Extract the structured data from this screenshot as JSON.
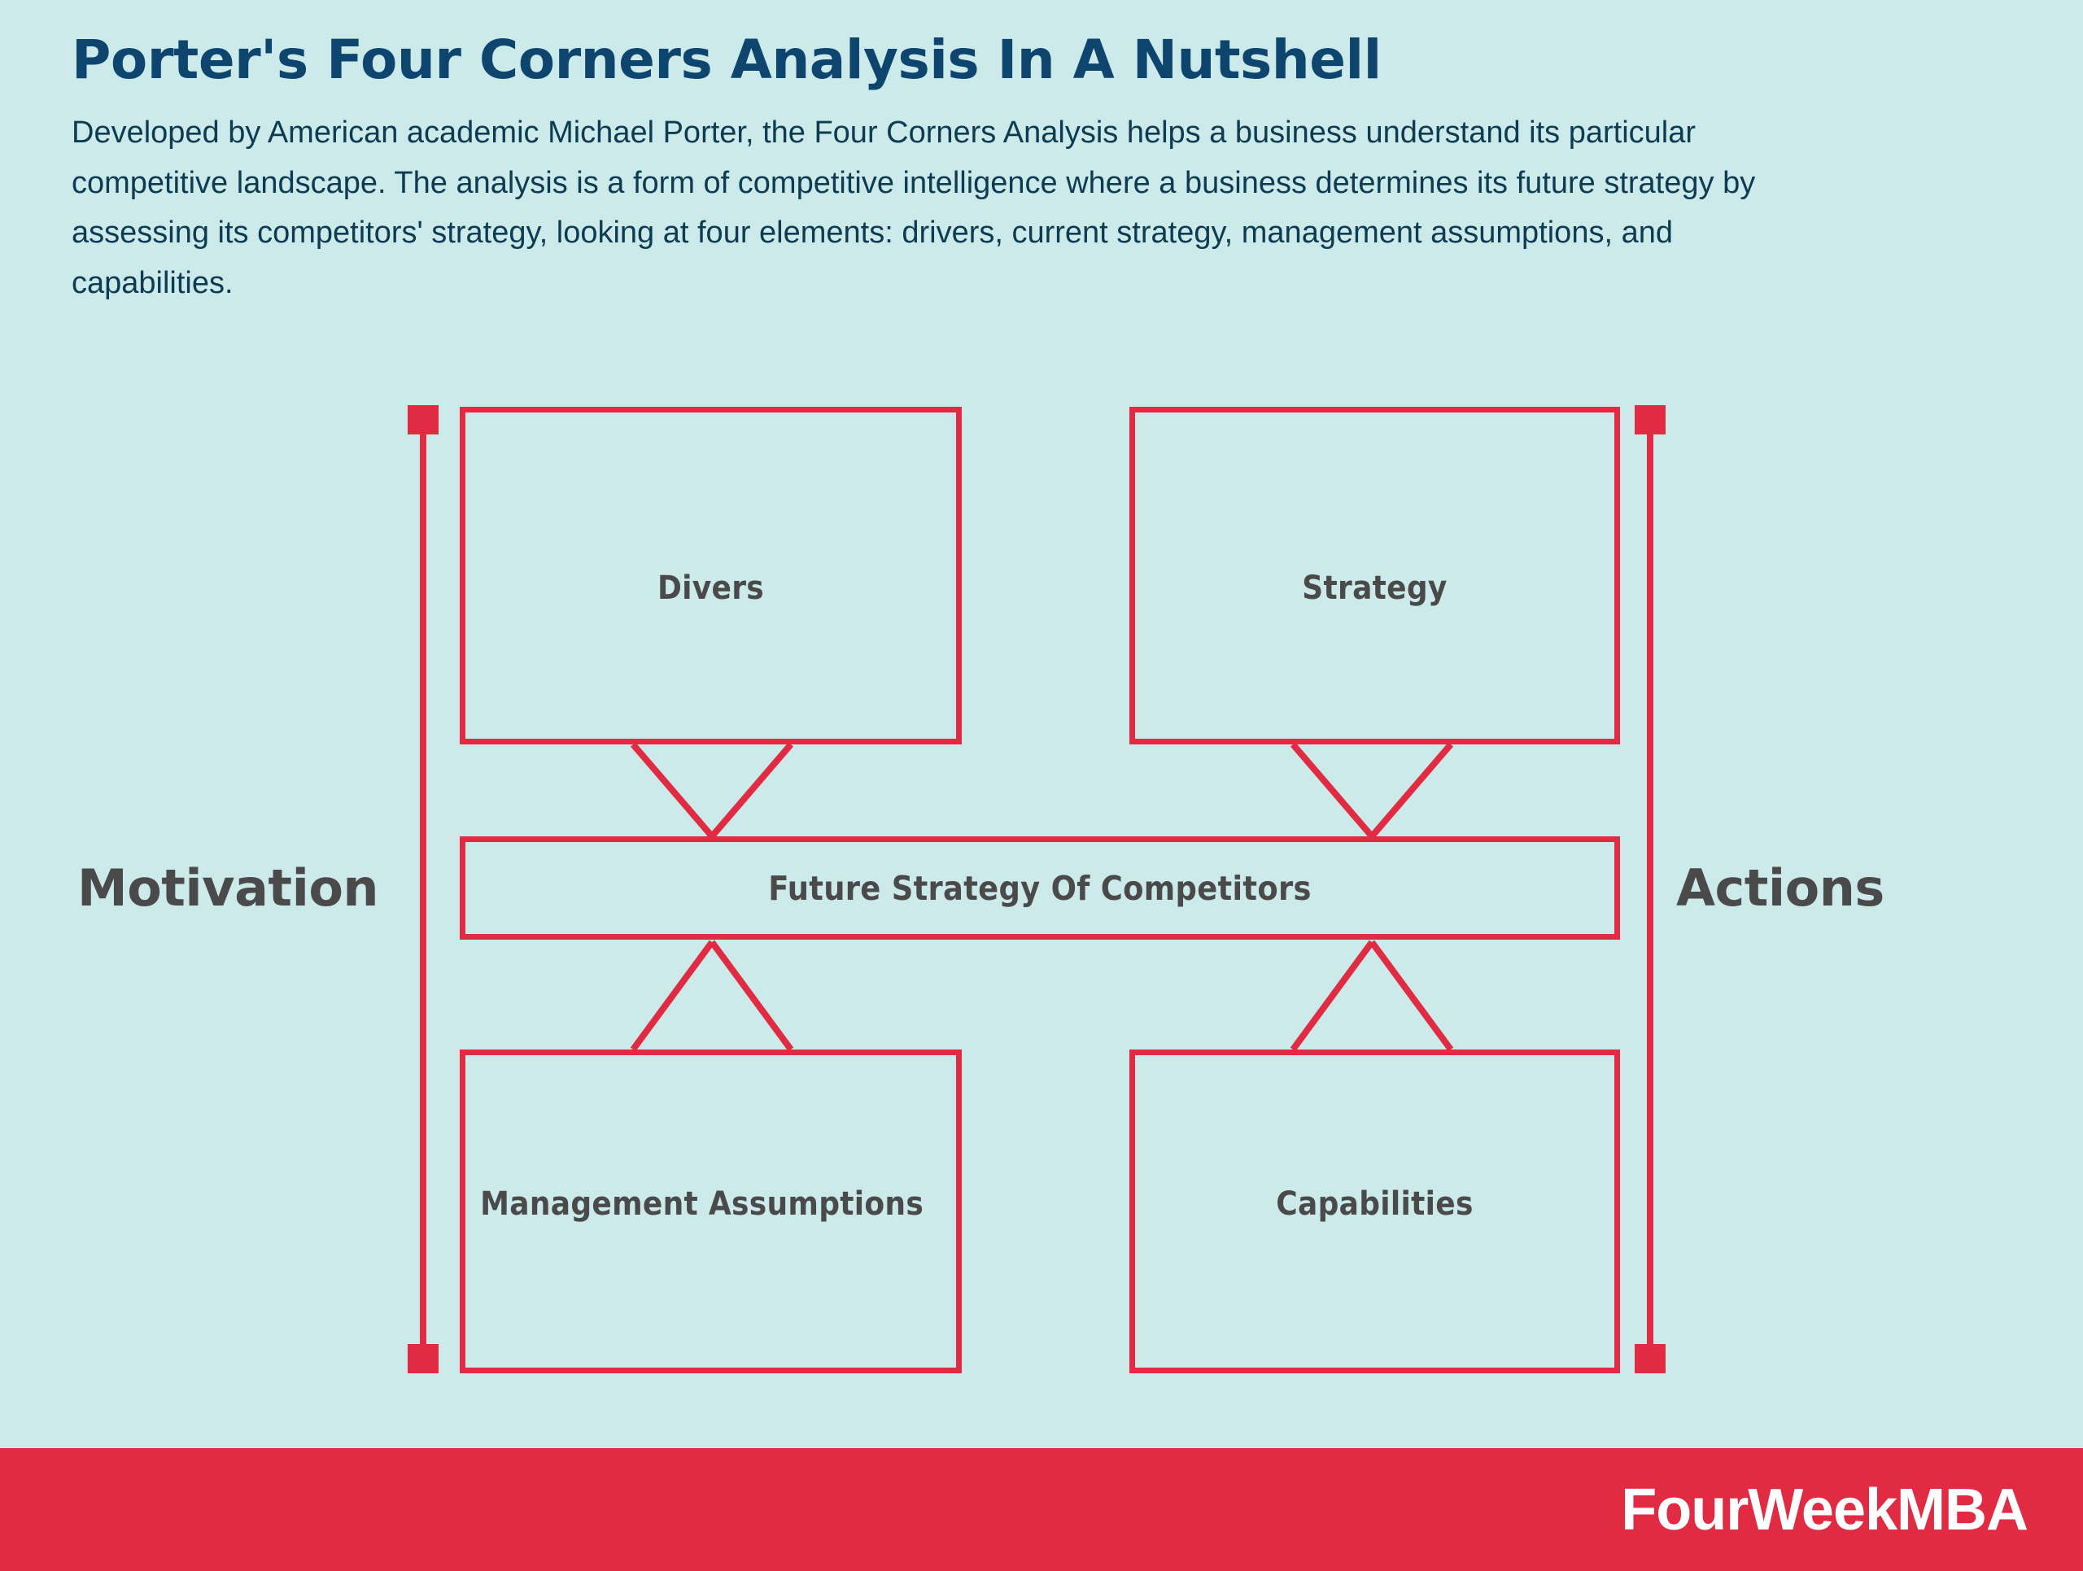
{
  "header": {
    "title": "Porter's Four Corners Analysis In A Nutshell",
    "description": "Developed by American academic Michael Porter, the Four Corners Analysis helps a business understand its particular competitive landscape. The analysis is a form of competitive intelligence where a business determines its future strategy by assessing its competitors' strategy, looking at four elements: drivers, current strategy, management assumptions, and capabilities."
  },
  "diagram": {
    "nodes": {
      "top_left": "Divers",
      "top_right": "Strategy",
      "center": "Future Strategy Of Competitors",
      "bottom_left": "Management Assumptions",
      "bottom_right": "Capabilities"
    },
    "side_labels": {
      "left": "Motivation",
      "right": "Actions"
    },
    "colors": {
      "background": "#cdeaea",
      "accent_red": "#e02b42",
      "title_blue": "#0d456e",
      "node_text": "#4a4a4a",
      "body_text": "#0d3b52",
      "footer_text": "#ffffff"
    }
  },
  "footer": {
    "brand": "FourWeekMBA"
  }
}
